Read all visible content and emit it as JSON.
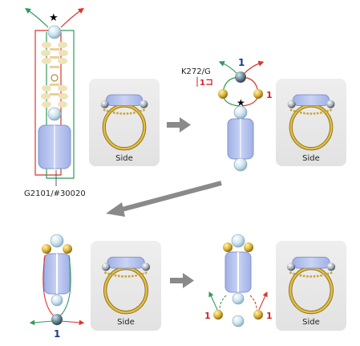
{
  "step1": {
    "star": "★",
    "bead_code": "G2101/#30020"
  },
  "step2": {
    "bead_code": "K272/G",
    "count_label": "1コ",
    "arrow_number": "1",
    "right_count": "1",
    "star": "★",
    "side_label": "Side"
  },
  "step1_side": {
    "side_label": "Side"
  },
  "step3": {
    "arrow_number": "1",
    "side_label": "Side"
  },
  "step4": {
    "left_count": "1",
    "right_count": "1",
    "side_label": "Side"
  },
  "colors": {
    "red_thread": "#d9362b",
    "green_thread": "#2f9a5a",
    "blue_bead": "#b9c6ee",
    "pearl": "#cfe3ee",
    "gold": "#d8b23a",
    "arrow_gray": "#8a8a8a",
    "number_red": "#d62020",
    "number_blue": "#1f3a8a"
  }
}
